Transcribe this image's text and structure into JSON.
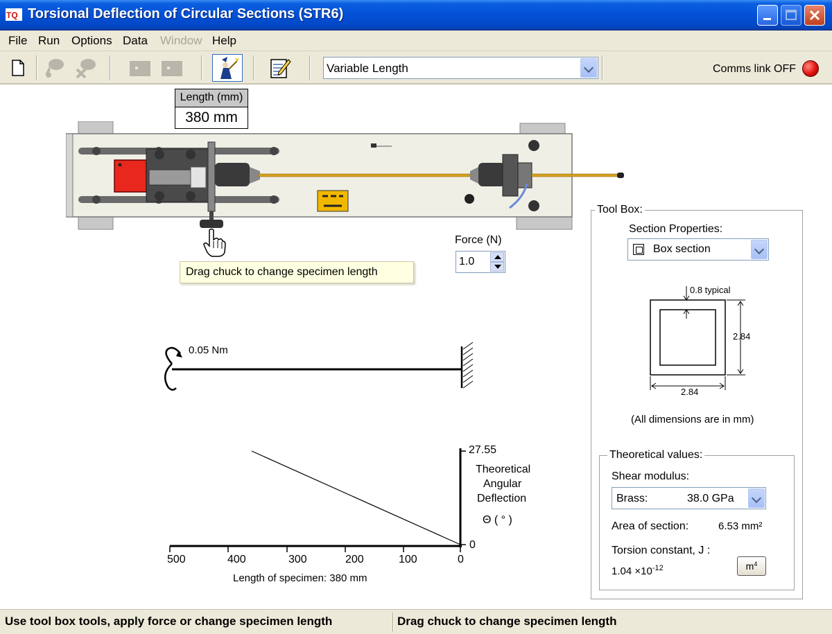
{
  "window": {
    "title": "Torsional Deflection of Circular Sections (STR6)",
    "logo_icon": "tecquipment-logo-icon",
    "controls": [
      "minimize-icon",
      "maximize-icon",
      "close-icon"
    ]
  },
  "menu": {
    "items": [
      {
        "label": "File",
        "enabled": true
      },
      {
        "label": "Run",
        "enabled": true
      },
      {
        "label": "Options",
        "enabled": true
      },
      {
        "label": "Data",
        "enabled": true
      },
      {
        "label": "Window",
        "enabled": false
      },
      {
        "label": "Help",
        "enabled": true
      }
    ]
  },
  "toolbar": {
    "buttons": [
      {
        "icon": "new-document-icon",
        "enabled": true
      },
      {
        "icon": "record-data-icon",
        "enabled": false
      },
      {
        "icon": "remove-data-icon",
        "enabled": false
      },
      {
        "icon": "table-view-icon",
        "enabled": false
      },
      {
        "icon": "graph-view-icon",
        "enabled": false
      },
      {
        "icon": "wizard-icon",
        "enabled": true
      },
      {
        "icon": "notepad-icon",
        "enabled": true
      }
    ],
    "mode_select": "Variable Length",
    "comms_label": "Comms link OFF",
    "comms_color": "#e01010"
  },
  "experiment": {
    "length_label": "Length (mm)",
    "length_value": "380 mm",
    "force_label": "Force (N)",
    "force_value": "1.0",
    "tooltip": "Drag chuck to change specimen length",
    "torque_label": "0.05 Nm",
    "chuck_color": "#e8281e",
    "rod_color": "#d4a020"
  },
  "graph": {
    "y_max_label": "27.55",
    "y_min_label": "0",
    "y_title_1": "Theoretical",
    "y_title_2": "Angular",
    "y_title_3": "Deflection",
    "y_unit": "Θ ( ° )",
    "x_ticks": [
      "500",
      "400",
      "300",
      "200",
      "100",
      "0"
    ],
    "x_caption": "Length of specimen: 380 mm"
  },
  "toolbox": {
    "title": "Tool Box:",
    "section_label": "Section Properties:",
    "section_value": "Box section",
    "section_icon": "box-section-icon",
    "dim_typical": "0.8 typical",
    "dim_height": "2.84",
    "dim_width": "2.84",
    "dims_note": "(All dimensions are in mm)",
    "theory_title": "Theoretical values:",
    "shear_label": "Shear modulus:",
    "shear_material": "Brass:",
    "shear_value": "38.0 GPa",
    "area_label": "Area of section:",
    "area_value": "6.53 mm²",
    "torsion_label": "Torsion constant, J :",
    "torsion_mantissa": "1.04 ×10",
    "torsion_exponent": "-12",
    "unit_base": "m",
    "unit_exp": "4"
  },
  "status": {
    "left": "Use tool box tools, apply force or change specimen length",
    "right": "Drag chuck to change specimen length"
  }
}
